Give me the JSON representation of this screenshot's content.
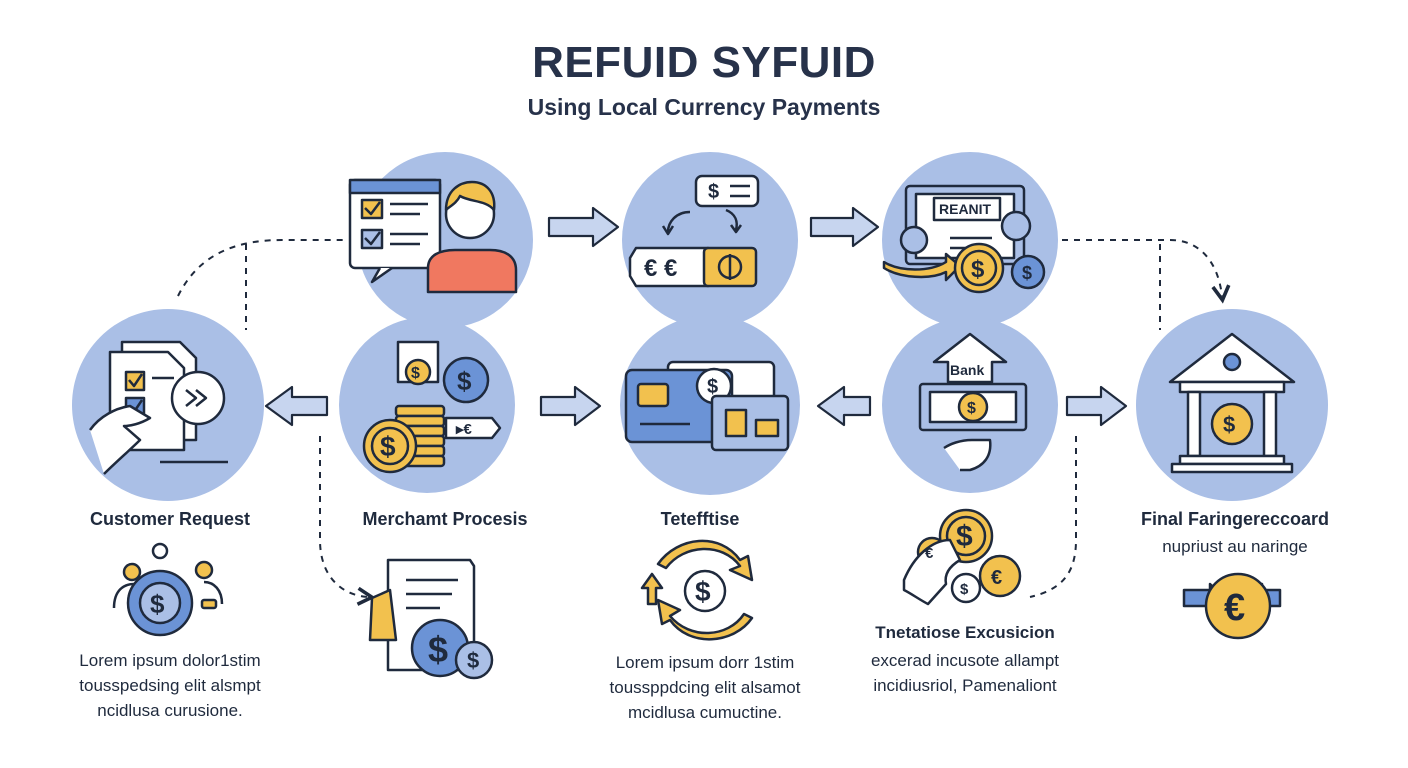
{
  "header": {
    "title": "REFUID SYFUID",
    "subtitle": "Using Local Currency Payments"
  },
  "steps": [
    {
      "label": "Customer Request",
      "lines": [
        "Lorem ipsum dolor1stim",
        "tousspedsing elit alsmpt",
        "ncidlusa curusione."
      ]
    },
    {
      "label": "Merchamt Procesis"
    },
    {
      "label": "Tetefftise",
      "lines": [
        "Lorem ipsum dorr 1stim",
        "toussppdcing elit alsamot",
        "mcidlusa cumuctine."
      ]
    },
    {
      "label": "Tnetatiose Excusicion",
      "lines": [
        "excerad incusote allampt",
        "incidiusriol, Pamenaliont"
      ]
    },
    {
      "label": "Final Faringereccoard",
      "lines": [
        "nupriust au naringe"
      ]
    }
  ],
  "icons": {
    "currency_note": "€ €",
    "bank_sign": "Bank",
    "receipt_sign": "REANIT",
    "dollar": "$",
    "euro": "€",
    "tag": "▸€"
  },
  "colors": {
    "circle": "#aabfe6",
    "outline": "#1f2a3d",
    "gold": "#f2c14e",
    "blue": "#6b93d6",
    "arrow_fill": "#c7d5ef",
    "person": "#f07860"
  }
}
